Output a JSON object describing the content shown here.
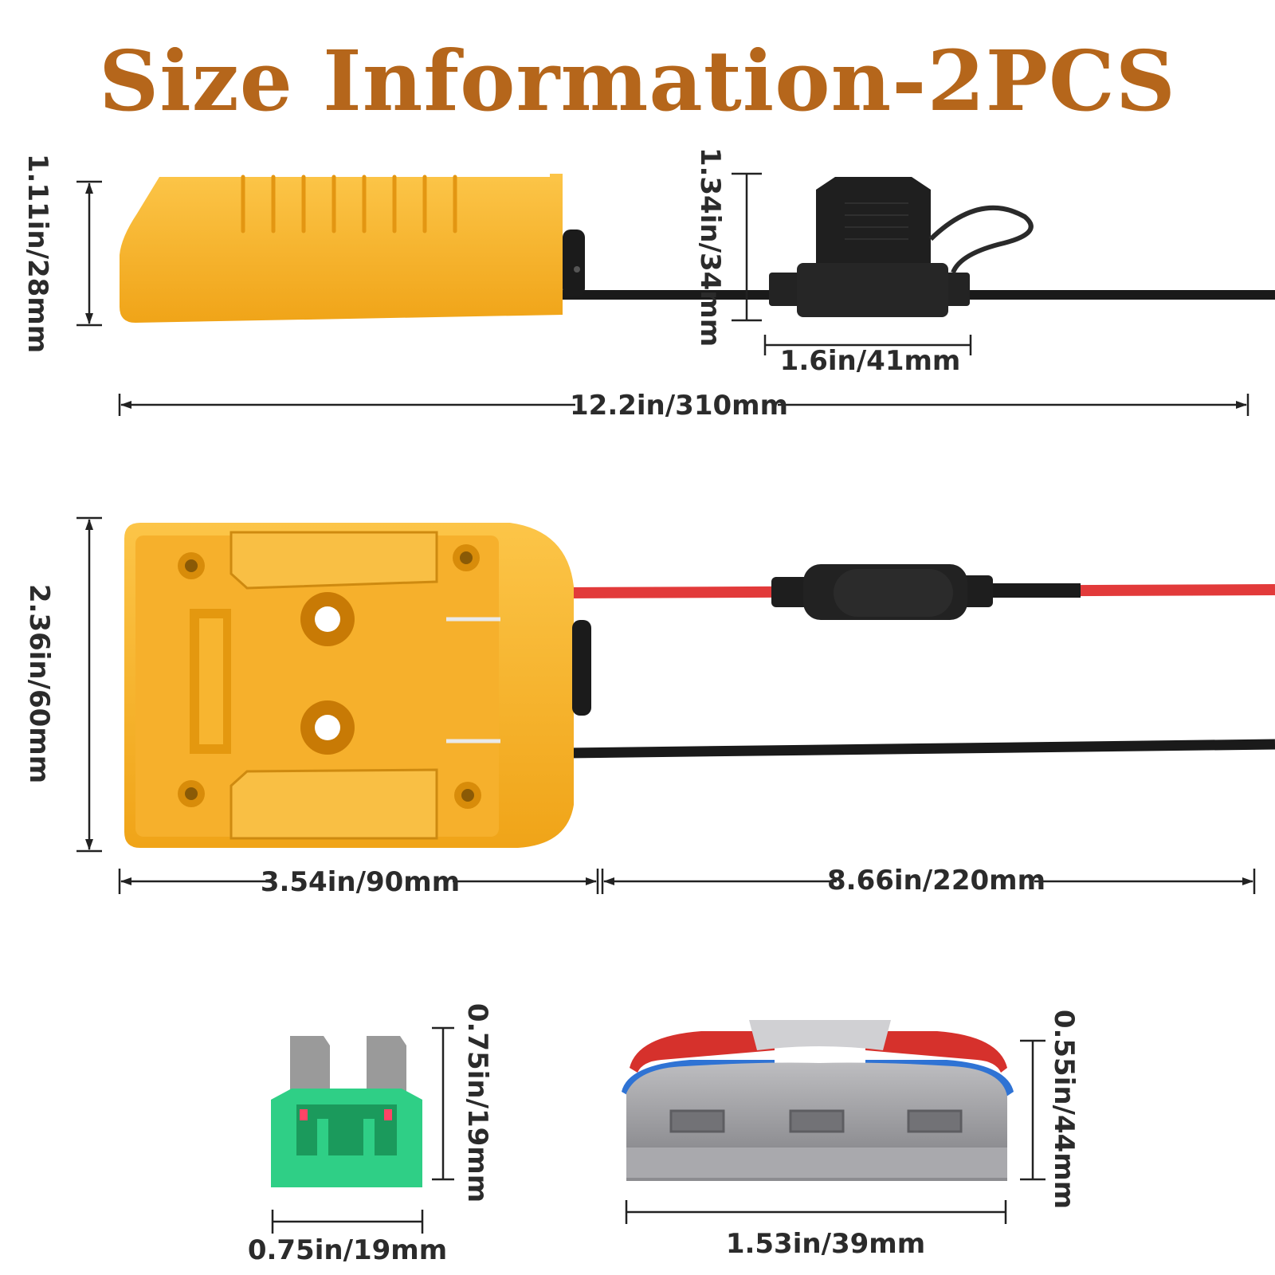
{
  "title": "Size Information-2PCS",
  "colors": {
    "title": "#b5661b",
    "housing": "#f7b530",
    "housing_dark": "#e79a12",
    "wire_black": "#1a1a1a",
    "wire_red": "#e23a3a",
    "fuse_green": "#2fcf86",
    "connector_gray": "#a3a3a6",
    "lever_red": "#d6312c",
    "lever_blue": "#2f73d4"
  },
  "dimensions": {
    "side_height": "1.11in/28mm",
    "fuse_holder_height": "1.34in/34mm",
    "fuse_holder_width": "1.6in/41mm",
    "total_length": "12.2in/310mm",
    "adapter_height": "2.36in/60mm",
    "adapter_length": "3.54in/90mm",
    "wire_length": "8.66in/220mm",
    "fuse_height": "0.75in/19mm",
    "fuse_width": "0.75in/19mm",
    "connector_height": "0.55in/44mm",
    "connector_width": "1.53in/39mm"
  }
}
